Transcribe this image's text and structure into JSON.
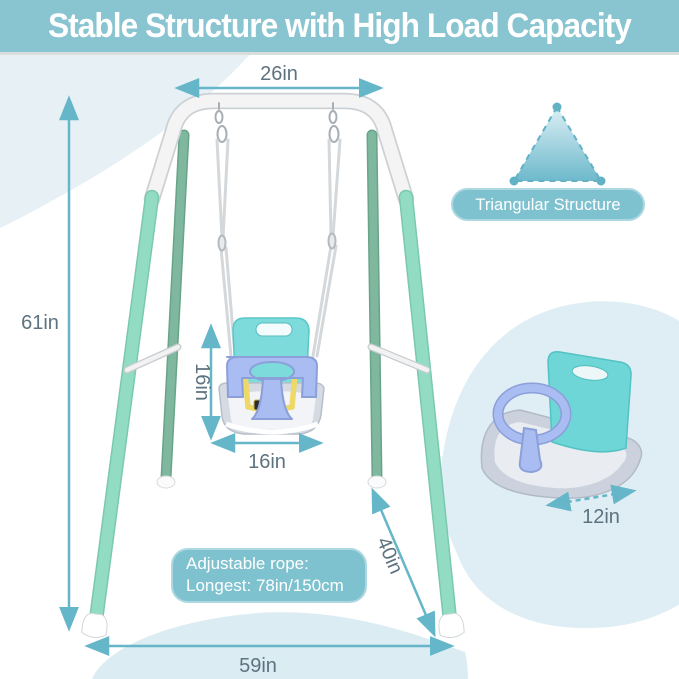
{
  "title": "Stable Structure with High Load Capacity",
  "dimensions": {
    "top_bar_width": "26in",
    "frame_height": "61in",
    "seat_back_height": "16in",
    "seat_width": "16in",
    "side_leg_span": "40in",
    "base_width": "59in",
    "seat_depth": "12in"
  },
  "callouts": {
    "triangle_label": "Triangular Structure",
    "rope_note_line1": "Adjustable rope:",
    "rope_note_line2": "Longest: 78in/150cm"
  },
  "colors": {
    "banner": "#89c4d1",
    "accent_teal": "#64b6c8",
    "dimension_text": "#5d7380",
    "badge_fill": "#7fc2cf",
    "badge_border": "#aed8e1",
    "leg_green": "#93dcc4",
    "rear_leg_green": "#7fb89e",
    "frame_white": "#f4f4f4",
    "seat_teal": "#7edbdc",
    "guard_periwinkle": "#a9bdf2",
    "strap_yellow": "#eed968",
    "base_gray": "#d5dae3",
    "blob_blue": "#e6f0f5",
    "circle_blue": "#dfeef4"
  }
}
